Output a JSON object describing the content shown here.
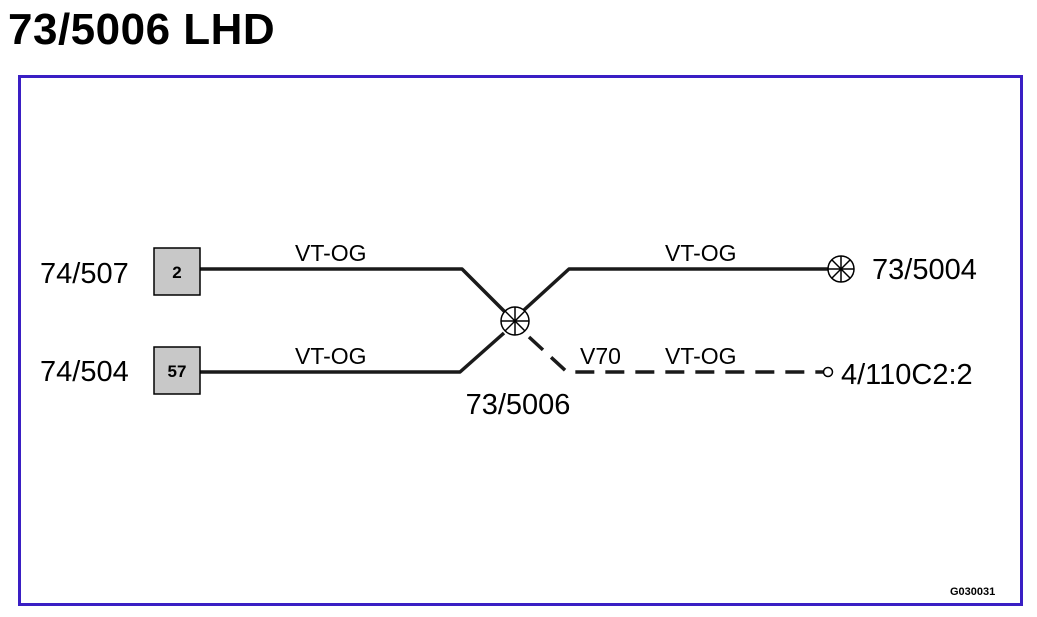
{
  "title": "73/5006 LHD",
  "colors": {
    "frame": "#3a1fc4",
    "connector_fill": "#c8c8c8",
    "wire": "#1a1a1a"
  },
  "connectors": [
    {
      "label": "74/507",
      "pin": "2"
    },
    {
      "label": "74/504",
      "pin": "57"
    }
  ],
  "splice": {
    "label": "73/5006",
    "icon": "splice-point-icon"
  },
  "ground": {
    "label": "73/5004",
    "icon": "ground-point-icon"
  },
  "terminal": {
    "label": "4/110C2:2",
    "icon": "terminal-open-circle-icon"
  },
  "wires": [
    {
      "color_code": "VT-OG"
    },
    {
      "color_code": "VT-OG"
    },
    {
      "color_code": "VT-OG"
    },
    {
      "option_code": "V70",
      "color_code": "VT-OG",
      "style": "dashed"
    }
  ],
  "figure_code": "G030031"
}
